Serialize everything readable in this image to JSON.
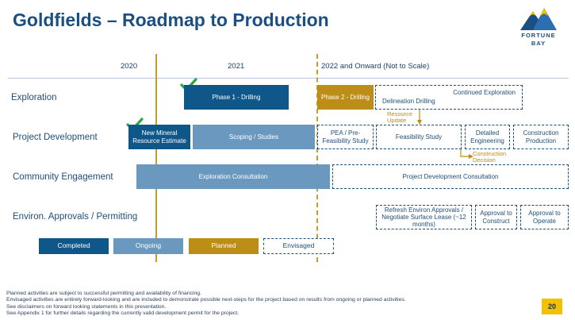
{
  "title": "Goldfields – Roadmap to Production",
  "logo": {
    "line1": "FORTUNE",
    "line2": "BAY"
  },
  "years": [
    "2020",
    "2021",
    "2022 and Onward (Not to Scale)"
  ],
  "rows": [
    "Exploration",
    "Project Development",
    "Community Engagement",
    "Environ. Approvals / Permitting"
  ],
  "exploration": {
    "phase1": "Phase 1 - Drilling",
    "phase2": "Phase 2 - Drilling",
    "continued": "Continued Exploration",
    "delineation": "Delineation Drilling",
    "resource_update": "Resource Update"
  },
  "project_development": {
    "mre": "New Mineral Resource Estimate",
    "scoping": "Scoping / Studies",
    "pea": "PEA / Pre-Feasibility Study",
    "fs": "Feasibility Study",
    "detailed": "Detailed Engineering",
    "construction": "Construction Production",
    "construction_decision": "Construction Decision"
  },
  "community": {
    "exploration": "Exploration Consultation",
    "project": "Project Development Consultation"
  },
  "permitting": {
    "refresh": "Refresh Environ Approvals / Negotiate Surface Lease (~12 months)",
    "construct": "Approval to Construct",
    "operate": "Approval to Operate"
  },
  "legend": [
    "Completed",
    "Ongoing",
    "Planned",
    "Envisaged"
  ],
  "colors": {
    "completed": "#0f5689",
    "ongoing": "#6a98bf",
    "planned": "#bc8e17",
    "envisaged_border": "#1b4f82",
    "check": "#27a844",
    "accent_line": "#c99a2e"
  },
  "footnotes": [
    "Planned activities are subject to successful permitting and availability of financing.",
    "Envisaged activities are entirely forward-looking and are included to demonstrate possible next-steps for the project based on results from ongoing or planned activities.",
    "See disclaimers on forward looking statements in this presentation.",
    "See Appendix 1 for further details regarding the currently valid development permit for the project."
  ],
  "page_number": "20"
}
